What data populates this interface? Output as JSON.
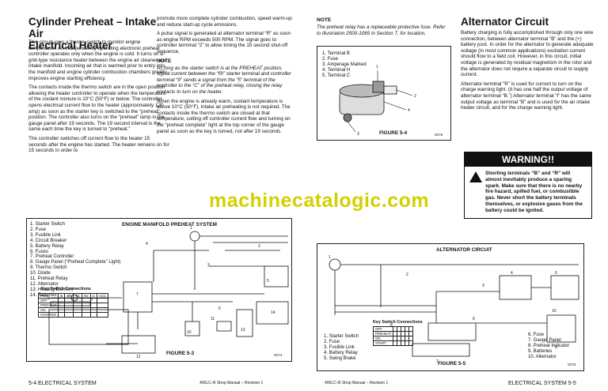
{
  "left": {
    "heading": "Cylinder Preheat – Intake Air\nElectrical Heater",
    "col1_paragraphs": [
      "This circuit uses a thermo switch to monitor engine temperature. An independently operating electronic preheat controller operates only when the engine is cold. It turns on a grid-type resistance heater between the engine air cleaner and intake manifold. Incoming air that is warmed prior to entry into the manifold and engine cylinder combustion chambers greatly improves engine starting efficiency.",
      "The contacts inside the thermo switch are in the open position allowing the heater controller to operate when the temperature of the coolant mixture is 10°C (50°F) or below. The controller opens electrical current flow to the heater (approximately 120 amp) as soon as the starter key is switched to the “preheat” position. The controller also turns on the “preheat” lamp in the gauge panel after 19 seconds. The 19 second interval is the same each time the key is turned to “preheat.”",
      "The controller switches off current flow to the heater 15 seconds after the engine has started. The heater remains on for 15 seconds in order to"
    ],
    "col2_paragraphs": [
      "promote more complete cylinder combustion, speed warm-up and reduce start-up cycle emissions.",
      "A pulse signal is generated at alternator terminal “R” as soon as engine RPM exceeds 500 RPM. The signal goes to controller terminal “2” to allow timing the 15 second shut-off sequence."
    ],
    "note_heading": "NOTE",
    "note_text": "As long as the starter switch is at the PREHEAT position, signal current between the “RI” starter terminal and controller terminal “9” sends a signal from the “5” terminal of the controller to the “C” of the preheat relay, closing the relay contacts to turn on the heater.",
    "col2_after": "When the engine is already warm, coolant temperature is above 10°C (50°F), intake air preheating is not required. The contacts inside the thermo switch are closed at that temperature, cutting off controller current flow and turning on the “preheat complete” light at the top corner of the gauge panel as soon as the key is turned, not after 19 seconds.",
    "diagram_title": "ENGINE MANIFOLD PREHEAT SYSTEM",
    "legend": [
      "1.  Starter Switch",
      "2.  Fuse",
      "3.  Fusible Link",
      "4.  Circuit Breaker",
      "5.  Battery Relay",
      "6.  Fuses",
      "7.  Preheat Controller",
      "8.  Gauge Panel (“Preheat Complete” Light)",
      "9.  Thermo Switch",
      "10.  Diode",
      "11.  Preheat Relay",
      "12.  Alternator",
      "13.  Heating Element",
      "14.  Batteries"
    ],
    "key_switch_title": "Key Switch Connections",
    "ks_head": [
      "POS",
      "B",
      "BR",
      "R1",
      "R2",
      "C",
      "ACC"
    ],
    "ks_rows": [
      "OFF",
      "PREHEAT",
      "ON",
      "STARTER"
    ],
    "figure_label": "FIGURE 5-3",
    "figure_code": "0274",
    "footer_left": "5-4   ELECTRICAL SYSTEM",
    "footer_center": "400LC-III Shop Manual – Revision 1"
  },
  "right": {
    "note_heading": "NOTE",
    "note_text": "The preheat relay has a replaceable protective fuse. Refer to illustration 2500-1065 in Section 7, for location.",
    "fig4_legend": [
      "1.  Terminal B",
      "2.  Fuse",
      "3.  Amperage Marked",
      "4.  Terminal H",
      "5.  Terminal C"
    ],
    "fig4_label": "FIGURE 5-4",
    "fig4_code": "0275",
    "heading": "Alternator Circuit",
    "paragraphs": [
      "Battery charging is fully accomplished through only one wire connection, between alternator terminal “B” and the (+) battery post. In order for the alternator to generate adequate voltage (in most common applications) excitation current should flow to a field coil. However, in this circuit, initial voltage is generated by residual magnetism in the rotor and the alternator does not require a separate circuit to supply current.",
      "Alternator terminal “R” is used for current to turn on the charge warning light. (It has one half the output voltage of alternator terminal “B.”) Alternator terminal “I” has the same output voltage as terminal “B” and is used for the air intake heater circuit, and for the charge warning light."
    ],
    "warning_title": "WARNING!!",
    "warning_text": "Shorting terminals “B” and “R” will almost inevitably produce a sparing spark. Make sure that there is no nearby fire hazard, spilled fuel, or combustible gas. Never short the battery terminals themselves, or explosive gases from the battery could be ignited.",
    "diagram_title": "ALTERNATOR CIRCUIT",
    "key_switch_title": "Key Switch Connections",
    "ks_rows": [
      "OFF",
      "PREHEAT",
      "ON",
      "START"
    ],
    "legend_a": [
      "1.  Starter Switch",
      "2.  Fuse",
      "3.  Fusible Link",
      "4.  Battery Relay",
      "5.  Swing Brake"
    ],
    "legend_b": [
      "6.  Fuse",
      "7.  Gauge Panel",
      "8.  Preheat Indicator",
      "9.  Batteries",
      "10.  Alternator"
    ],
    "figure_label": "FIGURE 5-5",
    "figure_code": "0276",
    "footer_center": "400LC-III Shop Manual – Revision 1",
    "footer_right": "ELECTRICAL SYSTEM   5-5"
  },
  "watermark": "machinecatalogic.com"
}
